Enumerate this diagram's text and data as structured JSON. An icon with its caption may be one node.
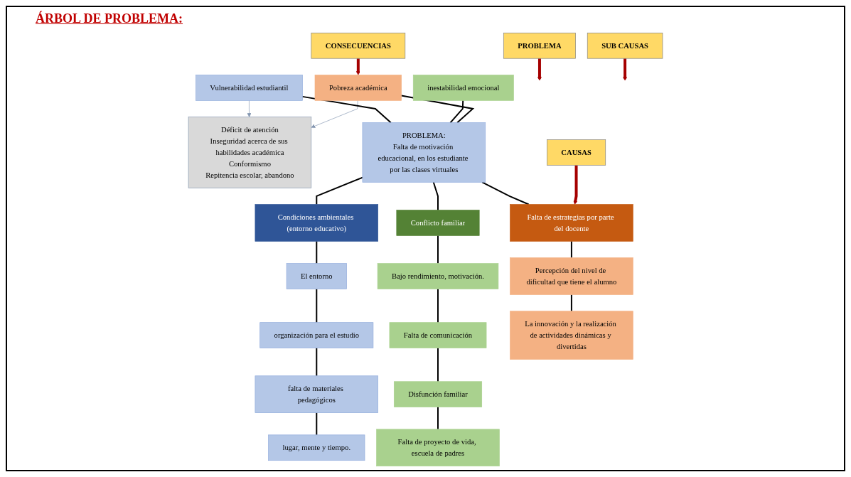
{
  "diagram": {
    "title": "ÁRBOL DE PROBLEMA:",
    "nodes": [
      {
        "text": [
          "Déficit de atención",
          "Inseguridad acerca de sus habilidades académica",
          "Conformismo",
          "Repitencia escolar, abandono"
        ]
      },
      {
        "text": [
          "Vulnerabilidad estudiantil"
        ]
      },
      {
        "text": [
          "inestabilidad emocional"
        ]
      },
      {
        "text": [
          "Pobreza académica"
        ]
      },
      {
        "text": [
          "CONSECUENCIAS"
        ]
      },
      {
        "text": [
          "PROBLEMA:",
          "Falta de motivación educacional, en los estudiante por las clases virtuales"
        ]
      },
      {
        "text": [
          "PROBLEMA"
        ]
      },
      {
        "text": [
          "Condiciones ambientales (entorno educativo)"
        ]
      },
      {
        "text": [
          "Conflicto familiar"
        ]
      },
      {
        "text": [
          "Falta de estrategias por parte del docente"
        ]
      },
      {
        "text": [
          "CAUSAS"
        ]
      },
      {
        "text": [
          "El entorno"
        ]
      },
      {
        "text": [
          "organización para el estudio"
        ]
      },
      {
        "text": [
          "falta de materiales pedagógicos"
        ]
      },
      {
        "text": [
          "lugar, mente y tiempo."
        ]
      },
      {
        "text": [
          "Bajo rendimiento, motivación."
        ]
      },
      {
        "text": [
          "Falta de comunicación"
        ]
      },
      {
        "text": [
          "Disfunción familiar"
        ]
      },
      {
        "text": [
          "Falta de proyecto de vida, escuela de padres"
        ]
      },
      {
        "text": [
          "Percepción del nivel de dificultad que tiene el alumno"
        ]
      },
      {
        "text": [
          "La innovación y la realización de actividades dinámicas y divertidas"
        ]
      },
      {
        "text": [
          "SUB CAUSAS"
        ]
      }
    ],
    "edges": [
      {
        "from": 1,
        "to": 0,
        "arrow": "to",
        "color": "#8496b0"
      },
      {
        "from": 3,
        "to": 0,
        "arrow": "to",
        "color": "#8496b0"
      },
      {
        "from": 4,
        "to": 3,
        "arrow": "to",
        "style": "thick",
        "color": "#a50000"
      },
      {
        "from": 1,
        "to": 5,
        "arrow": "none"
      },
      {
        "from": 2,
        "to": 5,
        "arrow": "none"
      },
      {
        "from": 3,
        "to": 5,
        "arrow": "none"
      },
      {
        "from": 6,
        "to": null,
        "arrow": "to",
        "style": "thick",
        "color": "#a50000"
      },
      {
        "from": 5,
        "to": 7,
        "arrow": "none"
      },
      {
        "from": 5,
        "to": 8,
        "arrow": "none"
      },
      {
        "from": 5,
        "to": 9,
        "arrow": "none"
      },
      {
        "from": 10,
        "to": 9,
        "arrow": "to",
        "style": "thick",
        "color": "#a50000"
      },
      {
        "from": 7,
        "to": 11,
        "arrow": "none"
      },
      {
        "from": 11,
        "to": 12,
        "arrow": "none"
      },
      {
        "from": 12,
        "to": 13,
        "arrow": "none"
      },
      {
        "from": 13,
        "to": 14,
        "arrow": "none"
      },
      {
        "from": 8,
        "to": 15,
        "arrow": "none"
      },
      {
        "from": 15,
        "to": 16,
        "arrow": "none"
      },
      {
        "from": 16,
        "to": 17,
        "arrow": "none"
      },
      {
        "from": 17,
        "to": 18,
        "arrow": "none"
      },
      {
        "from": 9,
        "to": 19,
        "arrow": "none"
      },
      {
        "from": 19,
        "to": 20,
        "arrow": "none"
      },
      {
        "from": 21,
        "to": null,
        "arrow": "to",
        "style": "thick",
        "color": "#a50000"
      }
    ]
  }
}
